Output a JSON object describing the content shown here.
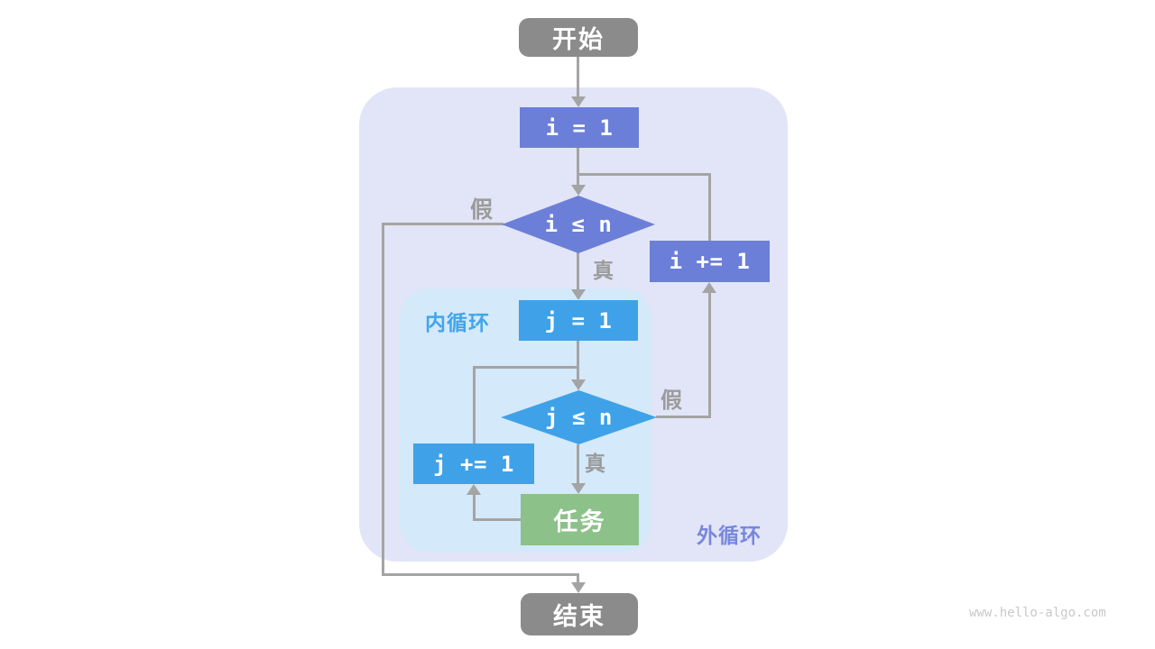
{
  "colors": {
    "canvas-bg": "#ffffff",
    "outer-loop-bg": "#e2e5f7",
    "inner-loop-bg": "#d4e9fa",
    "terminal-gray": "#8b8b8b",
    "outer-node-purple": "#6c7fd8",
    "inner-node-blue": "#3fa2e8",
    "task-green": "#8dc18a",
    "edge-gray": "#a4a4a4",
    "branch-label-gray": "#9b9b9b",
    "inner-label-blue": "#41a6ec",
    "outer-label-purple": "#7787dd",
    "watermark-gray": "#c9c9c9",
    "node-text": "#ffffff"
  },
  "flowchart": {
    "nodes": {
      "start": "开始",
      "outer_init": "i = 1",
      "outer_cond": "i ≤ n",
      "outer_incr": "i += 1",
      "inner_init": "j = 1",
      "inner_cond": "j ≤ n",
      "inner_incr": "j += 1",
      "task": "任务",
      "end": "结束"
    },
    "regions": {
      "outer_label": "外循环",
      "inner_label": "内循环"
    },
    "branches": {
      "true_label": "真",
      "false_label": "假"
    }
  },
  "watermark": "www.hello-algo.com"
}
